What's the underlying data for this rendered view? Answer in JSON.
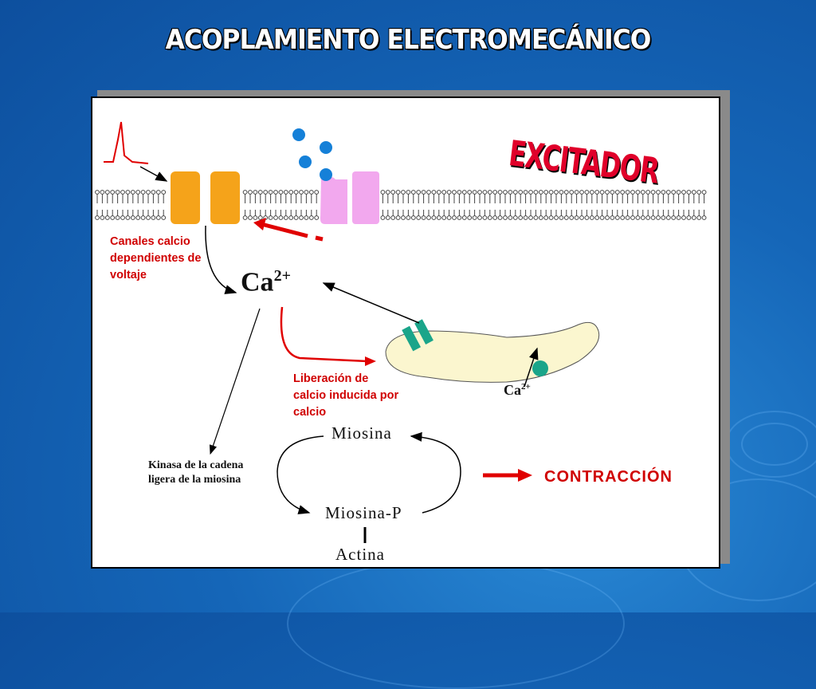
{
  "title": "ACOPLAMIENTO ELECTROMECÁNICO",
  "labels": {
    "excitador": "EXCITADOR",
    "canales_line1": "Canales calcio",
    "canales_line2": "dependientes de",
    "canales_line3": "voltaje",
    "ca_main": "Ca",
    "ca_main_charge": "2+",
    "liberacion_line1": "Liberación de",
    "liberacion_line2": "calcio inducida por",
    "liberacion_line3": "calcio",
    "ca_small": "Ca",
    "ca_small_charge": "2+",
    "miosina": "Miosina",
    "miosina_p": "Miosina-P",
    "actina": "Actina",
    "kinasa_line1": "Kinasa de la cadena",
    "kinasa_line2": "ligera de la miosina",
    "contraccion": "CONTRACCIÓN"
  },
  "colors": {
    "channel": "#f5a31a",
    "receptor": "#f2a8ee",
    "ion": "#1580d8",
    "reticulum": "#fbf6cf",
    "ryanodine": "#1aa58a",
    "arrow_red": "#e00000",
    "label_red": "#d00000"
  }
}
